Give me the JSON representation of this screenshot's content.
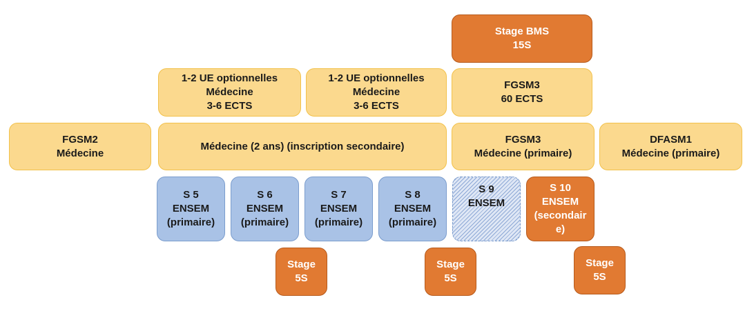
{
  "colors": {
    "yellow_fill": "#fbd98e",
    "orange_fill": "#e17a32",
    "blue_fill": "#a9c2e6"
  },
  "stage_bms": {
    "line1": "Stage BMS",
    "line2": "15S"
  },
  "ue_options_1": {
    "line1": "1-2 UE optionnelles",
    "line2": "Médecine",
    "line3": "3-6 ECTS"
  },
  "ue_options_2": {
    "line1": "1-2 UE optionnelles",
    "line2": "Médecine",
    "line3": "3-6 ECTS"
  },
  "fgsm3_ects": {
    "line1": "FGSM3",
    "line2": "60 ECTS"
  },
  "fgsm2": {
    "line1": "FGSM2",
    "line2": "Médecine"
  },
  "medecine_2ans": {
    "line1": "Médecine (2 ans) (inscription secondaire)"
  },
  "fgsm3_primaire": {
    "line1": "FGSM3",
    "line2": "Médecine (primaire)"
  },
  "dfasm1": {
    "line1": "DFASM1",
    "line2": "Médecine (primaire)"
  },
  "semesters": [
    {
      "line1": "S 5",
      "line2": "ENSEM",
      "line3": "(primaire)"
    },
    {
      "line1": "S 6",
      "line2": "ENSEM",
      "line3": "(primaire)"
    },
    {
      "line1": "S 7",
      "line2": "ENSEM",
      "line3": "(primaire)"
    },
    {
      "line1": "S 8",
      "line2": "ENSEM",
      "line3": "(primaire)"
    },
    {
      "line1": "S 9",
      "line2": "ENSEM"
    },
    {
      "line1": "S 10",
      "line2": "ENSEM",
      "line3": "(secondair",
      "line4": "e)"
    }
  ],
  "stages": [
    {
      "line1": "Stage",
      "line2": "5S"
    },
    {
      "line1": "Stage",
      "line2": "5S"
    },
    {
      "line1": "Stage",
      "line2": "5S"
    }
  ]
}
